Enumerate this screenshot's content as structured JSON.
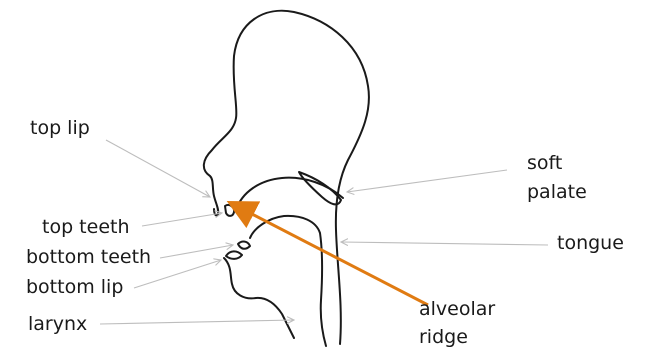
{
  "labels": {
    "top_lip": "top lip",
    "top_teeth": "top teeth",
    "bottom_teeth": "bottom teeth",
    "bottom_lip": "bottom lip",
    "larynx": "larynx",
    "soft_palate_line1": "soft",
    "soft_palate_line2": "palate",
    "tongue": "tongue",
    "alveolar_line1": "alveolar",
    "alveolar_line2": "ridge"
  },
  "colors": {
    "outline": "#1a1a1a",
    "leader_lines": "#bdbdbd",
    "highlight_arrow": "#e07b12",
    "background": "#ffffff"
  }
}
